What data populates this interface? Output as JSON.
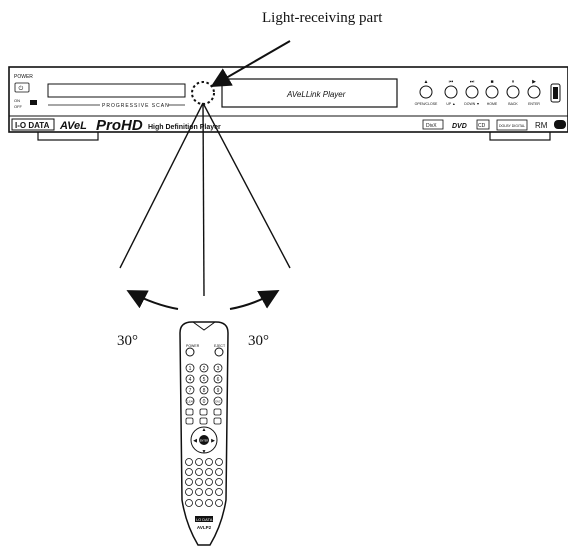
{
  "callout_label": "Light-receiving part",
  "angle_left_label": "30°",
  "angle_right_label": "30°",
  "player": {
    "power_label": "POWER",
    "switch_on_label": "ON",
    "switch_off_label": "OFF",
    "progressive_scan_label": "PROGRESSIVE SCAN",
    "brand_label": "I-O DATA",
    "avel_logo_text": "AVeL",
    "prohd_logo_text": "ProHD",
    "prohd_tagline": "High Definition Player",
    "linkplayer_logo_text": "AVeLLink Player",
    "buttons": [
      {
        "symbol": "▲",
        "label": "OPEN/CLOSE"
      },
      {
        "symbol": "⏮",
        "label": "UP ▲"
      },
      {
        "symbol": "⏭",
        "label": "DOWN ▼"
      },
      {
        "symbol": "■",
        "label": "HOME"
      },
      {
        "symbol": "⏸",
        "label": "BACK"
      },
      {
        "symbol": "▶",
        "label": "ENTER"
      }
    ],
    "format_logos": [
      "DivX",
      "DVD",
      "CD",
      "DOLBY DIGITAL",
      "RM"
    ]
  },
  "remote": {
    "brand_label": "I-O DATA",
    "model_label": "AVLP2",
    "power_label": "POWER",
    "eject_label": "EJECT",
    "enter_label": "ENTER",
    "number_keys": [
      "1",
      "2",
      "3",
      "4",
      "5",
      "6",
      "7",
      "8",
      "9",
      "CLEAR",
      "0",
      "ENC"
    ]
  },
  "colors": {
    "line": "#111111",
    "fill": "#ffffff",
    "panel_shade": "#f2f2f2"
  }
}
